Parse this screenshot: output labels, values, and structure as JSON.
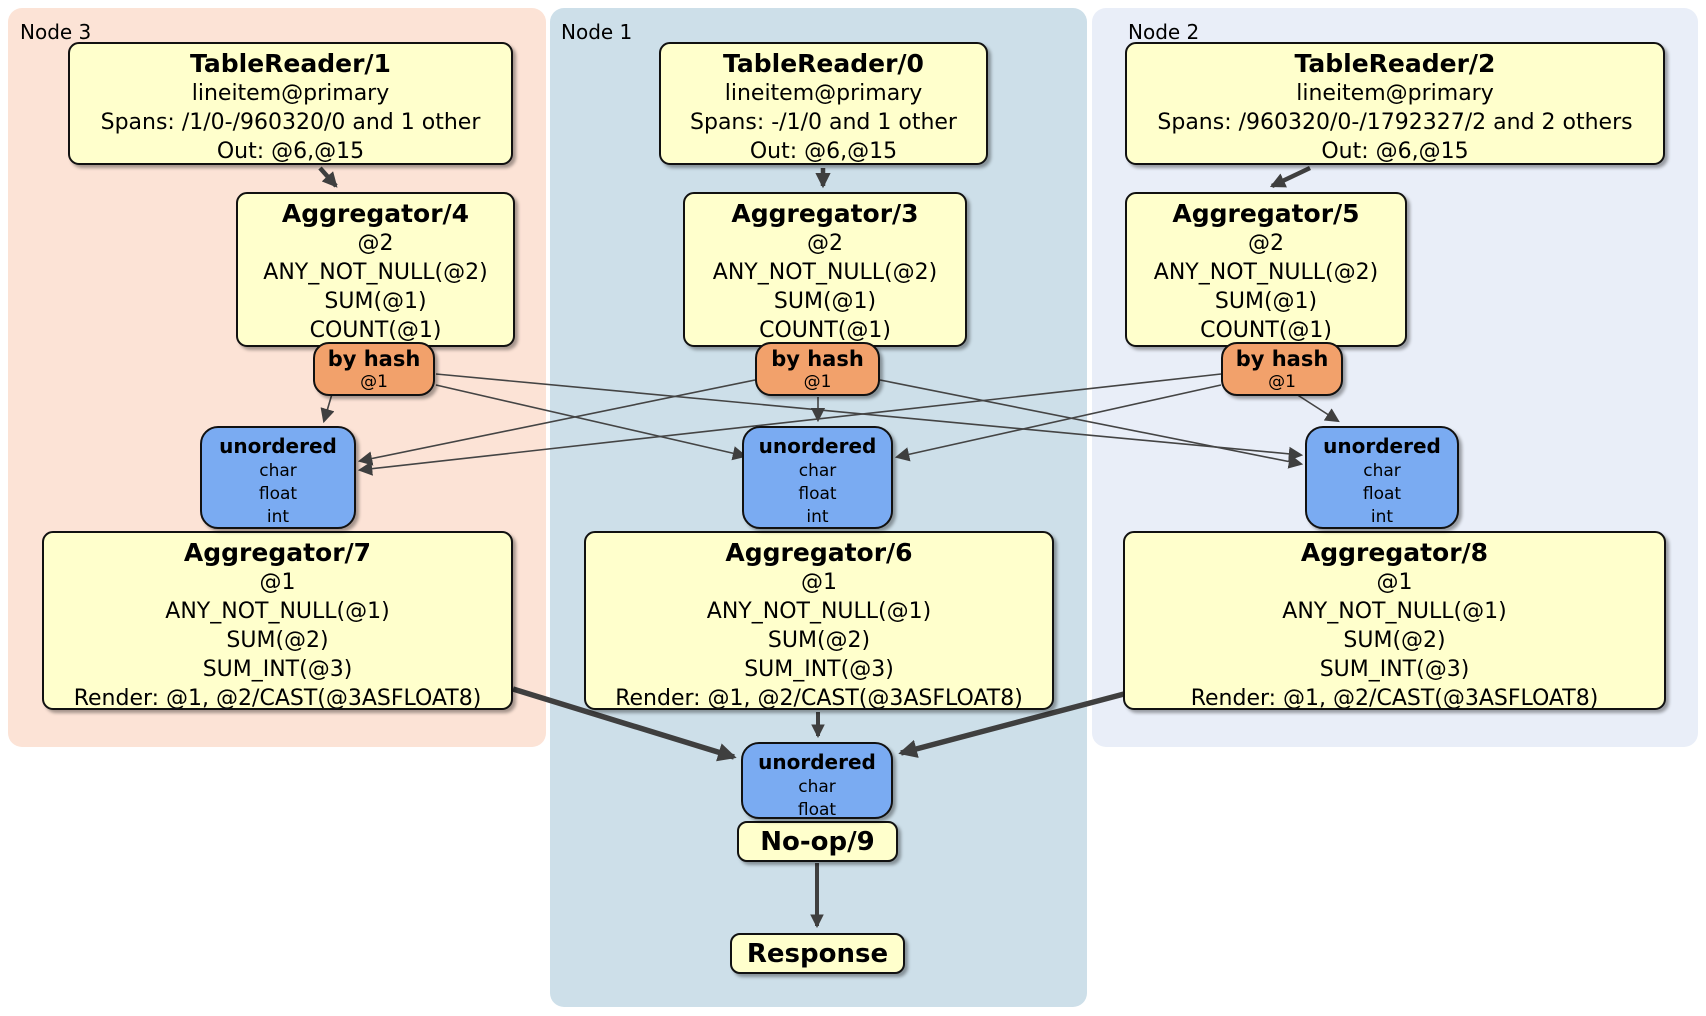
{
  "regions": {
    "node3": {
      "label": "Node 3"
    },
    "node1": {
      "label": "Node 1"
    },
    "node2": {
      "label": "Node 2"
    }
  },
  "colors": {
    "node3_bg": "#fce3d6",
    "node1_bg": "#cddfe9",
    "node2_bg": "#e9eef8",
    "processor_bg": "#ffffcc",
    "router_bg": "#f2a16b",
    "sync_bg": "#7aabf2",
    "edge": "#3f3f3f"
  },
  "tr1": {
    "title": "TableReader/1",
    "table": "lineitem@primary",
    "spans": "Spans: /1/0-/960320/0 and 1 other",
    "out": "Out: @6,@15"
  },
  "tr0": {
    "title": "TableReader/0",
    "table": "lineitem@primary",
    "spans": "Spans: -/1/0 and 1 other",
    "out": "Out: @6,@15"
  },
  "tr2": {
    "title": "TableReader/2",
    "table": "lineitem@primary",
    "spans": "Spans: /960320/0-/1792327/2 and 2 others",
    "out": "Out: @6,@15"
  },
  "agg4": {
    "title": "Aggregator/4",
    "group": "@2",
    "fns": [
      "ANY_NOT_NULL(@2)",
      "SUM(@1)",
      "COUNT(@1)"
    ]
  },
  "agg3": {
    "title": "Aggregator/3",
    "group": "@2",
    "fns": [
      "ANY_NOT_NULL(@2)",
      "SUM(@1)",
      "COUNT(@1)"
    ]
  },
  "agg5": {
    "title": "Aggregator/5",
    "group": "@2",
    "fns": [
      "ANY_NOT_NULL(@2)",
      "SUM(@1)",
      "COUNT(@1)"
    ]
  },
  "router3": {
    "label": "by hash",
    "key": "@1"
  },
  "router1": {
    "label": "by hash",
    "key": "@1"
  },
  "router2": {
    "label": "by hash",
    "key": "@1"
  },
  "sync3": {
    "label": "unordered",
    "cols": [
      "char",
      "float",
      "int"
    ]
  },
  "sync1": {
    "label": "unordered",
    "cols": [
      "char",
      "float",
      "int"
    ]
  },
  "sync2": {
    "label": "unordered",
    "cols": [
      "char",
      "float",
      "int"
    ]
  },
  "agg7": {
    "title": "Aggregator/7",
    "group": "@1",
    "fns": [
      "ANY_NOT_NULL(@1)",
      "SUM(@2)",
      "SUM_INT(@3)"
    ],
    "render": "Render: @1, @2/CAST(@3ASFLOAT8)"
  },
  "agg6": {
    "title": "Aggregator/6",
    "group": "@1",
    "fns": [
      "ANY_NOT_NULL(@1)",
      "SUM(@2)",
      "SUM_INT(@3)"
    ],
    "render": "Render: @1, @2/CAST(@3ASFLOAT8)"
  },
  "agg8": {
    "title": "Aggregator/8",
    "group": "@1",
    "fns": [
      "ANY_NOT_NULL(@1)",
      "SUM(@2)",
      "SUM_INT(@3)"
    ],
    "render": "Render: @1, @2/CAST(@3ASFLOAT8)"
  },
  "syncFinal": {
    "label": "unordered",
    "cols": [
      "char",
      "float"
    ]
  },
  "noop": {
    "label": "No-op/9"
  },
  "response": {
    "label": "Response"
  }
}
